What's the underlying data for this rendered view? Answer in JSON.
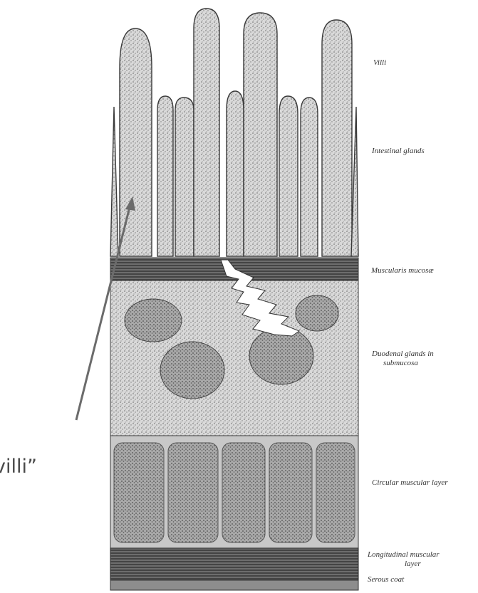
{
  "labels": {
    "villi": "Villi",
    "intestinal_glands": "Intestinal glands",
    "muscularis_mucosae": "Muscularis mucosæ",
    "duodenal_glands_1": "Duodenal glands in",
    "duodenal_glands_2": "submucosa",
    "circular_muscular_layer": "Circular muscular layer",
    "longitudinal_muscular_1": "Longitudinal muscular",
    "longitudinal_muscular_2": "layer",
    "serous_coat": "Serous coat"
  },
  "callout_text": "villi”",
  "colors": {
    "ink": "#3a3a3a",
    "tissue": "#b9b9b9",
    "arrow": "#6b6b6b"
  }
}
